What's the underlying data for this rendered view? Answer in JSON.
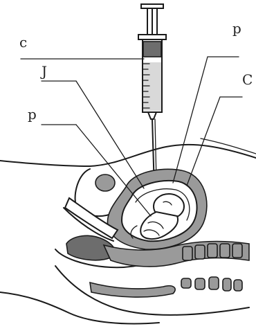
{
  "diagram": {
    "labels": {
      "syringe_label": "c",
      "amniotic_fluid_label": "J",
      "fetus_label": "p",
      "amnion_label": "p",
      "uterus_label": "C"
    }
  },
  "colors": {
    "ink": "#1a1a1a",
    "stipple": "#9a9a9a",
    "dark_fill": "#6d6d6d",
    "background": "#ffffff"
  }
}
